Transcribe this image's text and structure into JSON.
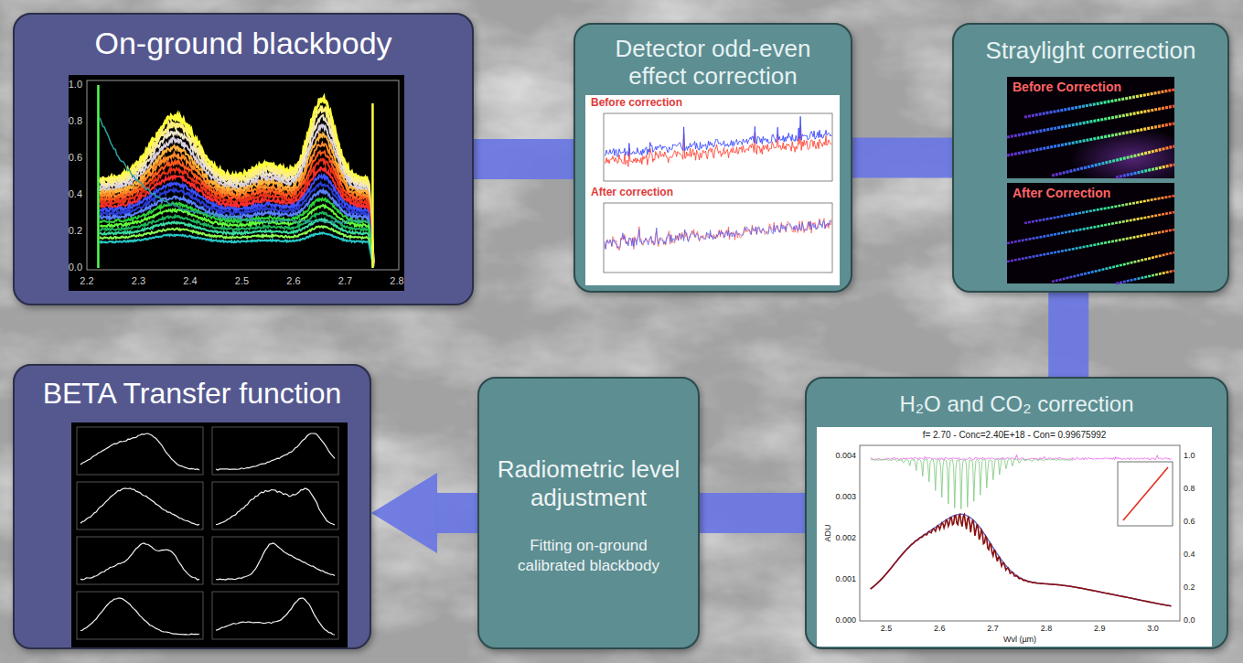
{
  "diagram": {
    "nodes": [
      {
        "text": [
          "On-ground blackbody"
        ]
      },
      {
        "text": [
          "Detector odd-even effect correction"
        ]
      },
      {
        "text": [
          "Straylight correction"
        ]
      },
      {
        "text": [
          "H₂O and CO₂ correction"
        ]
      },
      {
        "text": [
          "Radiometric level adjustment",
          "Fitting on-ground calibrated blackbody"
        ]
      },
      {
        "text": [
          "BETA Transfer function"
        ]
      }
    ],
    "edges": [
      {
        "from": 0,
        "to": 1,
        "arrow": "none"
      },
      {
        "from": 1,
        "to": 2,
        "arrow": "none"
      },
      {
        "from": 2,
        "to": 3,
        "arrow": "none"
      },
      {
        "from": 3,
        "to": 4,
        "arrow": "none"
      },
      {
        "from": 4,
        "to": 5,
        "arrow": "to"
      }
    ],
    "labels": [
      "1.0",
      "0.8",
      "0.6",
      "0.4",
      "0.2",
      "0.0",
      "2.2",
      "2.3",
      "2.4",
      "2.5",
      "2.6",
      "2.7",
      "2.8",
      "Before correction",
      "After correction",
      "Before Correction",
      "After Correction",
      "f= 2.70 - Conc=2.40E+18 - Con= 0.99675992",
      "0.004",
      "0.003",
      "0.002",
      "0.001",
      "0.000",
      "2.5",
      "2.6",
      "2.7",
      "2.8",
      "2.9",
      "3.0",
      "Wvl (µm)",
      "ADU",
      "1.0",
      "0.8",
      "0.6",
      "0.4",
      "0.2",
      "0.0"
    ]
  }
}
